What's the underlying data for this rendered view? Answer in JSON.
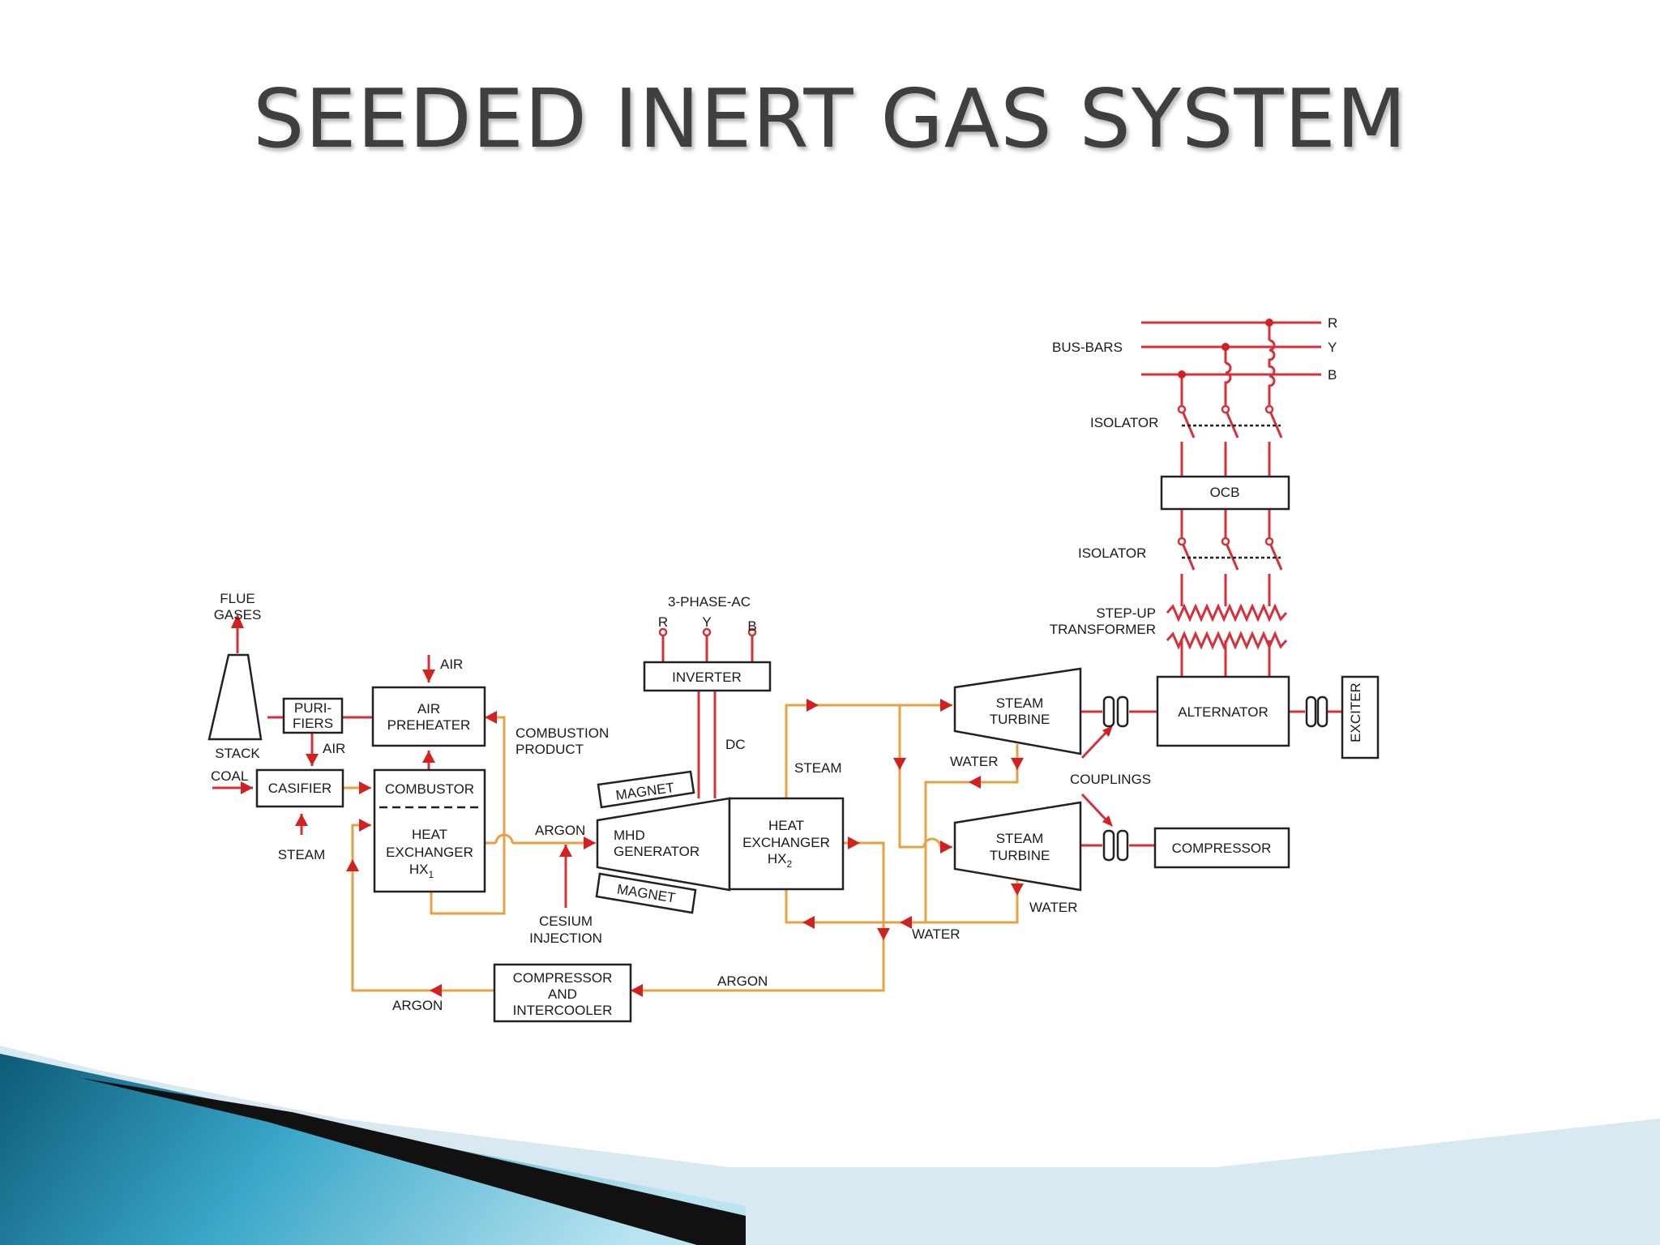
{
  "slide": {
    "title": "SEEDED INERT GAS SYSTEM"
  },
  "blocks": {
    "stack": "STACK",
    "purifiers": [
      "PURI-",
      "FIERS"
    ],
    "air_preheater": [
      "AIR",
      "PREHEATER"
    ],
    "gasifier": "CASIFIER",
    "combustor": "COMBUSTOR",
    "heat_exchanger_1": [
      "HEAT",
      "EXCHANGER",
      "HX",
      "1"
    ],
    "mhd_generator": [
      "MHD",
      "GENERATOR"
    ],
    "magnet_top": "MAGNET",
    "magnet_bottom": "MAGNET",
    "heat_exchanger_2": [
      "HEAT",
      "EXCHANGER",
      "HX",
      "2"
    ],
    "inverter": "INVERTER",
    "compressor_intercooler": [
      "COMPRESSOR",
      "AND",
      "INTERCOOLER"
    ],
    "steam_turbine_top": [
      "STEAM",
      "TURBINE"
    ],
    "steam_turbine_bottom": [
      "STEAM",
      "TURBINE"
    ],
    "alternator": "ALTERNATOR",
    "exciter": "EXCITER",
    "compressor": "COMPRESSOR",
    "ocb": "OCB"
  },
  "labels": {
    "flue_gases": [
      "FLUE",
      "GASES"
    ],
    "air_in": "AIR",
    "air_to_gasifier": "AIR",
    "coal": "COAL",
    "steam_in": "STEAM",
    "combustion_product": [
      "COMBUSTION",
      "PRODUCT"
    ],
    "argon_to_mhd": "ARGON",
    "cesium_injection": [
      "CESIUM",
      "INJECTION"
    ],
    "three_phase_ac": "3-PHASE-AC",
    "phase_r": "R",
    "phase_y": "Y",
    "phase_b": "B",
    "dc": "DC",
    "steam_line": "STEAM",
    "water_top": "WATER",
    "water_bottom": "WATER",
    "water_return": "WATER",
    "argon_return": "ARGON",
    "argon_bottom": "ARGON",
    "couplings": "COUPLINGS",
    "bus_bars": "BUS-BARS",
    "bus_r": "R",
    "bus_y": "Y",
    "bus_b": "B",
    "isolator_top": "ISOLATOR",
    "isolator_bottom": "ISOLATOR",
    "step_up_transformer": [
      "STEP-UP",
      "TRANSFORMER"
    ]
  }
}
